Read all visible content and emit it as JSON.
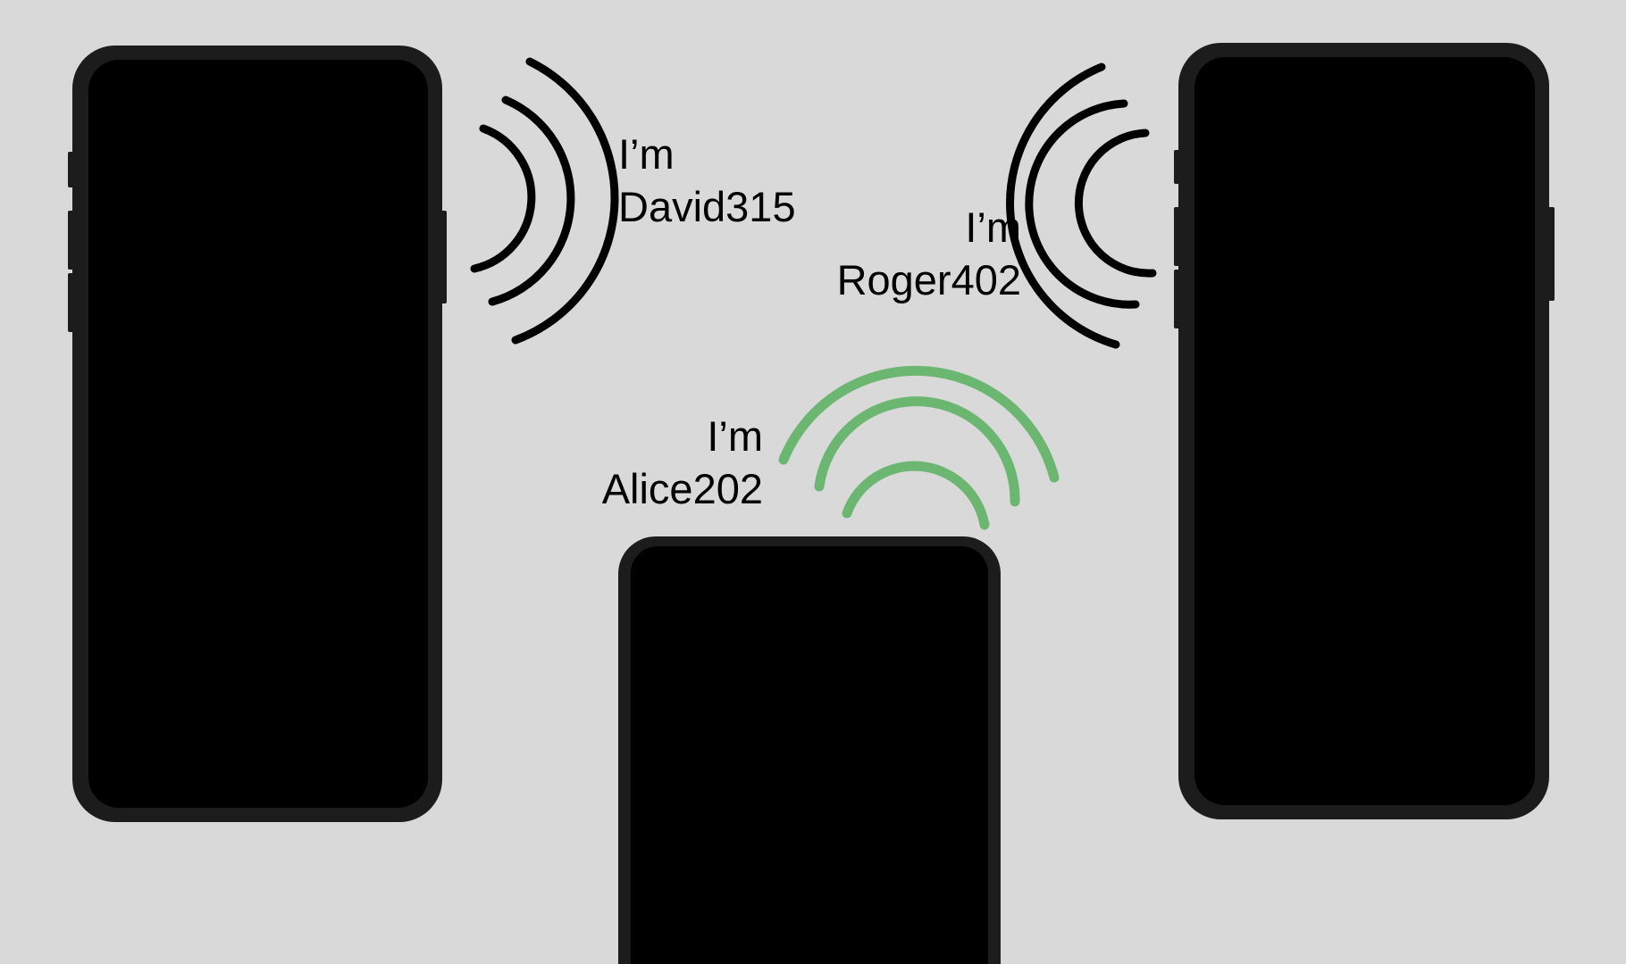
{
  "colors": {
    "background": "#d9d9d9",
    "phone_body": "#1c1c1c",
    "phone_screen": "#000000",
    "signal_default": "#000000",
    "signal_active": "#6bb772"
  },
  "devices": [
    {
      "id": "left",
      "label_line1": "I’m",
      "label_line2": "David315",
      "signal_color": "#000000",
      "signal_direction": "right"
    },
    {
      "id": "right",
      "label_line1": "I’m",
      "label_line2": "Roger402",
      "signal_color": "#000000",
      "signal_direction": "left"
    },
    {
      "id": "bottom",
      "label_line1": "I’m",
      "label_line2": "Alice202",
      "signal_color": "#6bb772",
      "signal_direction": "up"
    }
  ],
  "icons": {
    "phone": "smartphone-icon",
    "signal": "wireless-signal-icon"
  }
}
